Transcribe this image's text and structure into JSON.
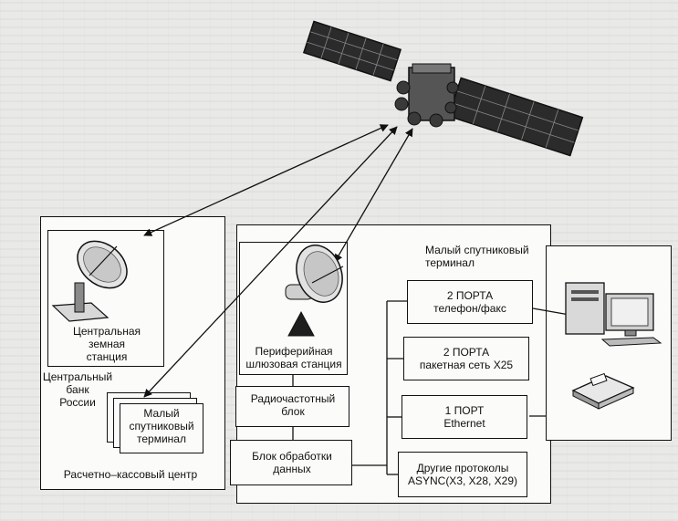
{
  "labels": {
    "central_station": [
      "Центральная",
      "земная",
      "станция"
    ],
    "central_bank": [
      "Центральный",
      "банк",
      "России"
    ],
    "small_terminal_left": [
      "Малый",
      "спутниковый",
      "терминал"
    ],
    "cash_center": "Расчетно–кассовый центр",
    "small_terminal_main": [
      "Малый спутниковый",
      "терминал"
    ],
    "gateway_station": [
      "Периферийная",
      "шлюзовая станция"
    ],
    "rf_block": [
      "Радиочастотный",
      "блок"
    ],
    "data_block": [
      "Блок обработки",
      "данных"
    ],
    "port_phone": [
      "2 ПОРТА",
      "телефон/факс"
    ],
    "port_x25": [
      "2 ПОРТА",
      "пакетная сеть X25"
    ],
    "port_ethernet": [
      "1 ПОРТ",
      "Ethernet"
    ],
    "port_other": [
      "Другие протоколы",
      "ASYNC(X3, X28, X29)"
    ]
  },
  "icons": {
    "satellite": "satellite-icon",
    "dish_central": "satellite-dish-icon",
    "dish_gateway": "satellite-dish-icon",
    "computer": "desktop-computer-icon",
    "fax": "fax-machine-icon"
  }
}
